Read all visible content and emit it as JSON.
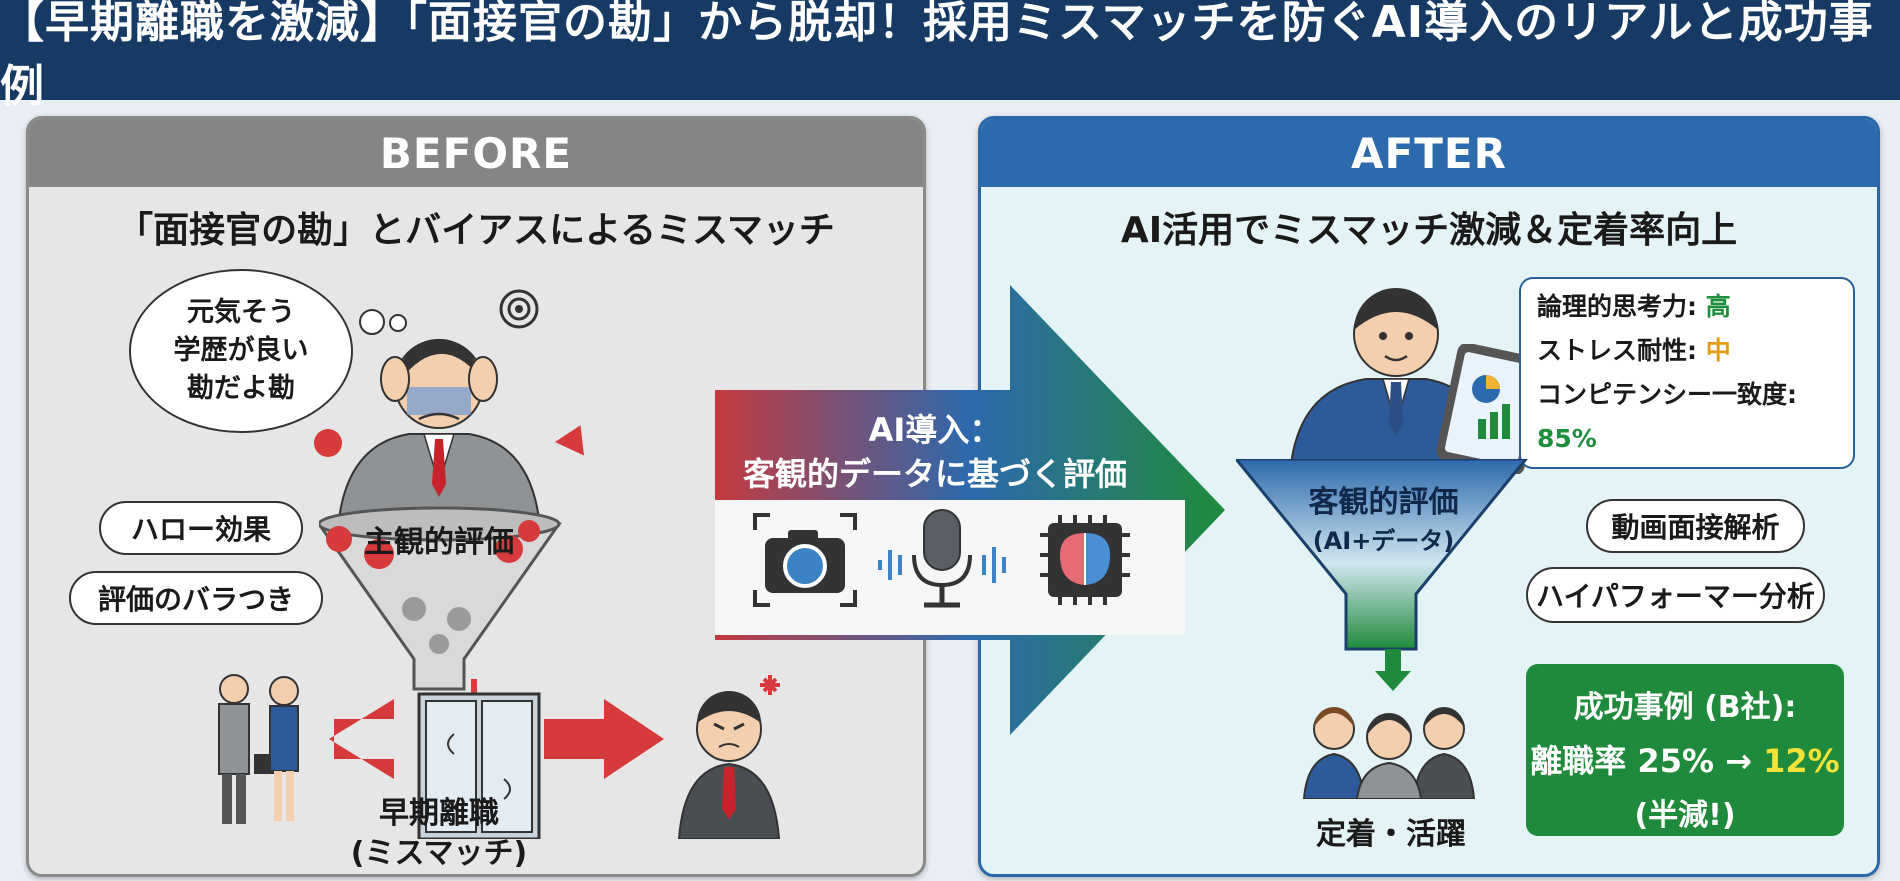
{
  "title": "【早期離職を激減】「面接官の勘」から脱却！採用ミスマッチを防ぐAI導入のリアルと成功事例",
  "before": {
    "heading": "BEFORE",
    "subtitle": "「面接官の勘」とバイアスによるミスマッチ",
    "thought_lines": [
      "元気そう",
      "学歴が良い",
      "勘だよ勘"
    ],
    "funnel_label": "主観的評価",
    "bias_tags": [
      "ハロー効果",
      "評価のバラつき"
    ],
    "outcome_line1": "早期離職",
    "outcome_line2": "(ミスマッチ)"
  },
  "transition": {
    "line1": "AI導入：",
    "line2": "客観的データに基づく評価へ",
    "icons": [
      "camera-icon",
      "microphone-icon",
      "ai-brain-chip-icon"
    ]
  },
  "after": {
    "heading": "AFTER",
    "subtitle": "AI活用でミスマッチ激減＆定着率向上",
    "metrics": [
      {
        "label": "論理的思考力: ",
        "value": "高",
        "color": "#1e8f3c"
      },
      {
        "label": "ストレス耐性: ",
        "value": "中",
        "color": "#e39b12"
      },
      {
        "label": "コンピテンシー一致度: ",
        "value": "85%",
        "color": "#1e8f3c"
      }
    ],
    "funnel_label1": "客観的評価",
    "funnel_label2": "(AI+データ)",
    "analysis_tags": [
      "動画面接解析",
      "ハイパフォーマー分析"
    ],
    "team_label": "定着・活躍",
    "success": {
      "title": "成功事例 (B社):",
      "rate_prefix": "離職率 25% → ",
      "rate_after": "12%",
      "note": "(半減!)"
    }
  },
  "colors": {
    "title_bg": "#163a64",
    "before_accent": "#858585",
    "after_accent": "#2c69ad",
    "alert_red": "#d63a3a",
    "success_green": "#1f8a3b",
    "highlight_yellow": "#f2e33a"
  }
}
